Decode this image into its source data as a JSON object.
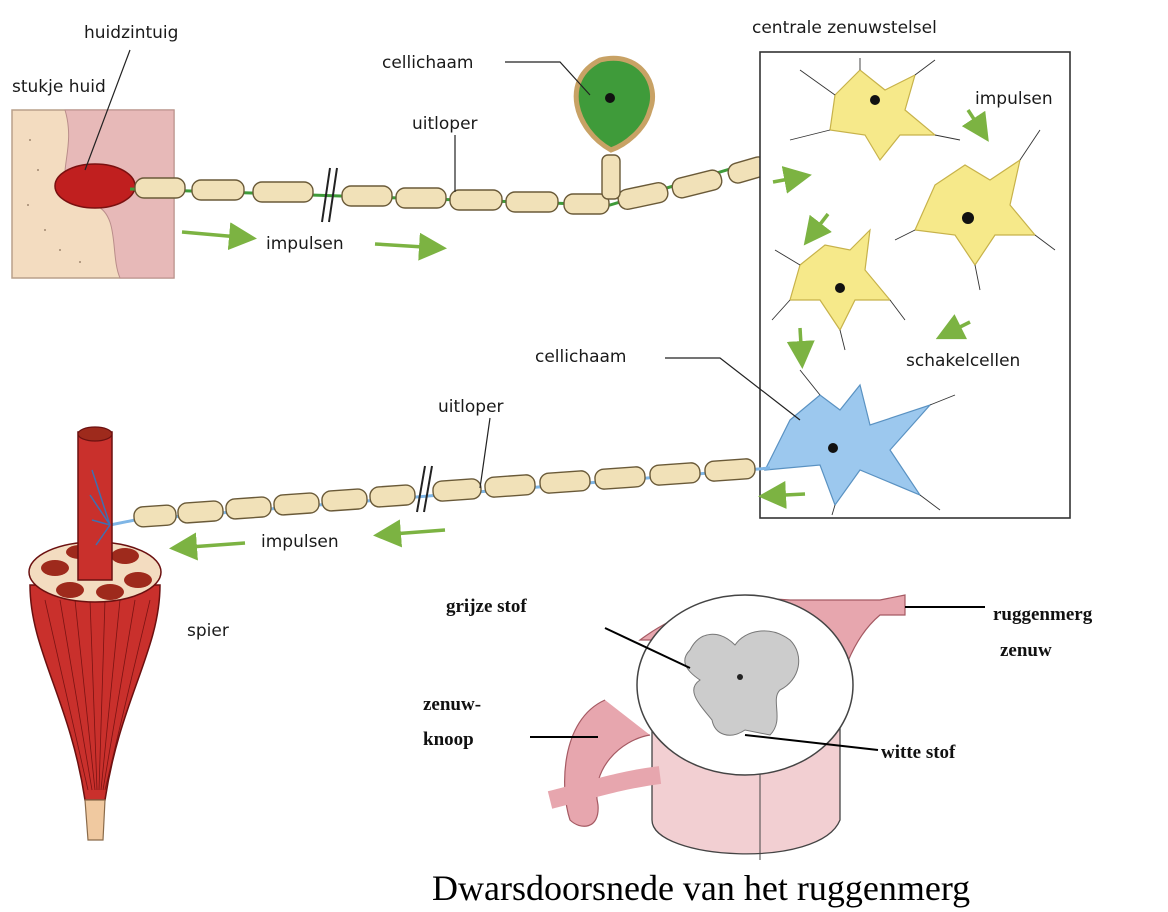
{
  "labels": {
    "huidzintuig": "huidzintuig",
    "stukje_huid": "stukje huid",
    "cellichaam_top": "cellichaam",
    "uitloper_top": "uitloper",
    "impulsen_top": "impulsen",
    "centrale": "centrale zenuwstelsel",
    "impulsen_cns": "impulsen",
    "schakelcellen": "schakelcellen",
    "cellichaam_bottom": "cellichaam",
    "uitloper_bottom": "uitloper",
    "impulsen_bottom": "impulsen",
    "spier": "spier"
  },
  "spinal": {
    "grijze_stof": "grijze stof",
    "ruggenmerg": "ruggenmerg",
    "zenuw": "zenuw",
    "zenuw_knoop_1": "zenuw-",
    "zenuw_knoop_2": "knoop",
    "witte_stof": "witte stof",
    "title": "Dwarsdoorsnede van het ruggenmerg"
  },
  "colors": {
    "sensory_neuron": "#3f9b3a",
    "motor_neuron": "#7fb6e6",
    "interneuron": "#f6e98a",
    "arrow": "#7cb342",
    "muscle": "#c9302c",
    "spinal_pink": "#e7a6ae"
  }
}
